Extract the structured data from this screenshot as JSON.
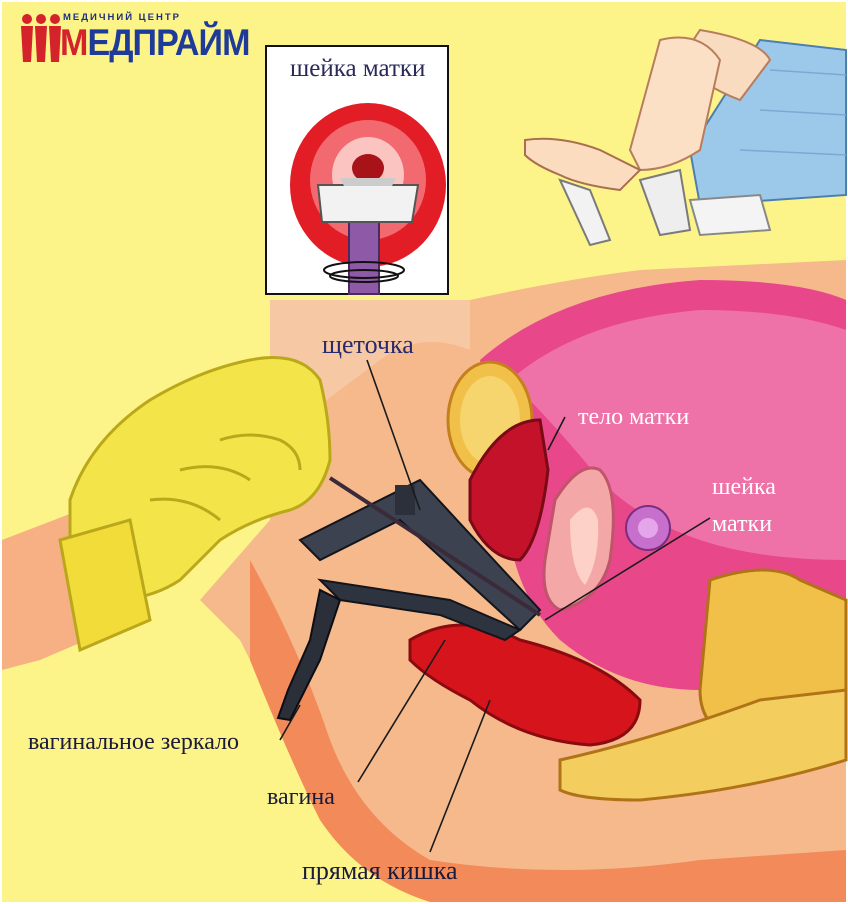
{
  "logo": {
    "subtitle": "МЕДИЧНИЙ ЦЕНТР",
    "brand_first_letter": "М",
    "brand_rest": "ЕДПРАЙМ"
  },
  "inset": {
    "title": "шейка матки"
  },
  "labels": {
    "brush": "щеточка",
    "uterus_body": "тело матки",
    "cervix_line1": "шейка",
    "cervix_line2": "матки",
    "speculum": "вагинальное зеркало",
    "vagina": "вагина",
    "rectum": "прямая кишка"
  },
  "colors": {
    "background": "#fcf489",
    "label_text": "#1a1a4a",
    "brand_blue": "#1f3b9a",
    "brand_red": "#d4232b",
    "glove": "#f3e44a"
  }
}
